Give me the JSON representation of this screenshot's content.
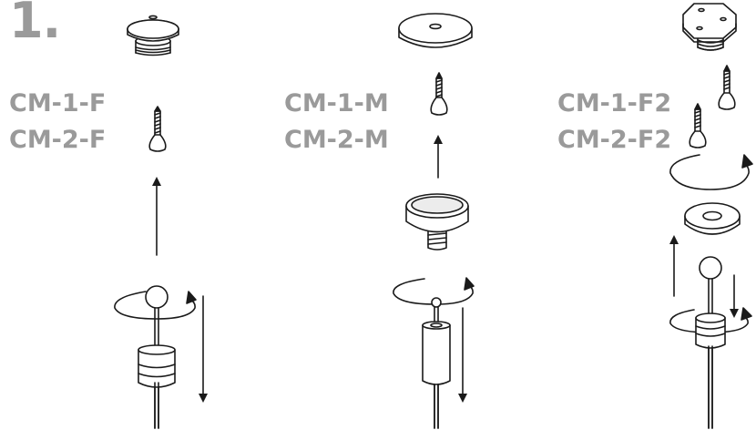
{
  "step_number": "1.",
  "models": [
    {
      "id": "f",
      "line1": "CM-1-F",
      "line2": "CM-2-F"
    },
    {
      "id": "m",
      "line1": "CM-1-M",
      "line2": "CM-2-M"
    },
    {
      "id": "f2",
      "line1": "CM-1-F2",
      "line2": "CM-2-F2"
    }
  ],
  "colors": {
    "label_gray": "#9a9a9a",
    "line": "#1a1a1a",
    "fill_light": "#ececec",
    "fill_white": "#ffffff"
  }
}
